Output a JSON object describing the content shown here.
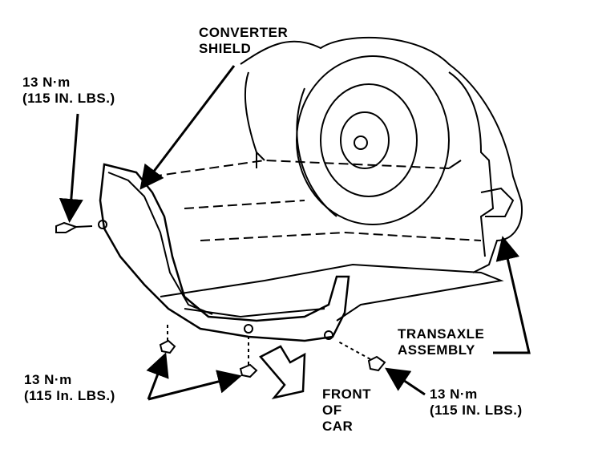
{
  "callouts": {
    "converter_shield": [
      "CONVERTER",
      "SHIELD"
    ],
    "torque_top_left": [
      "13 N·m",
      "(115 IN. LBS.)"
    ],
    "torque_bottom_left": [
      "13 N·m",
      "(115 In. LBS.)"
    ],
    "torque_bottom_right": [
      "13 N·m",
      "(115 IN. LBS.)"
    ],
    "front_of_car": [
      "FRONT",
      "OF",
      "CAR"
    ],
    "transaxle_assembly": [
      "TRANSAXLE",
      "ASSEMBLY"
    ]
  },
  "colors": {
    "ink": "#000000",
    "paper": "#ffffff"
  }
}
